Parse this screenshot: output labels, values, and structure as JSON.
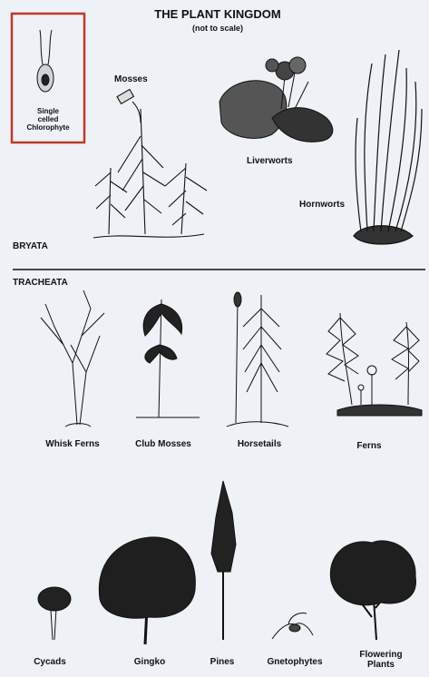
{
  "title": "THE PLANT KINGDOM",
  "subtitle": "(not to scale)",
  "highlight_color": "#c0392b",
  "callout": {
    "line1": "Single",
    "line2": "celled",
    "line3": "Chlorophyte"
  },
  "groups": {
    "bryata": "BRYATA",
    "tracheata": "TRACHEATA"
  },
  "labels": {
    "mosses": "Mosses",
    "liverworts": "Liverworts",
    "hornworts": "Hornworts",
    "whisk_ferns": "Whisk Ferns",
    "club_mosses": "Club Mosses",
    "horsetails": "Horsetails",
    "ferns": "Ferns",
    "cycads": "Cycads",
    "gingko": "Gingko",
    "pines": "Pines",
    "gnetophytes": "Gnetophytes",
    "flowering_line1": "Flowering",
    "flowering_line2": "Plants"
  }
}
